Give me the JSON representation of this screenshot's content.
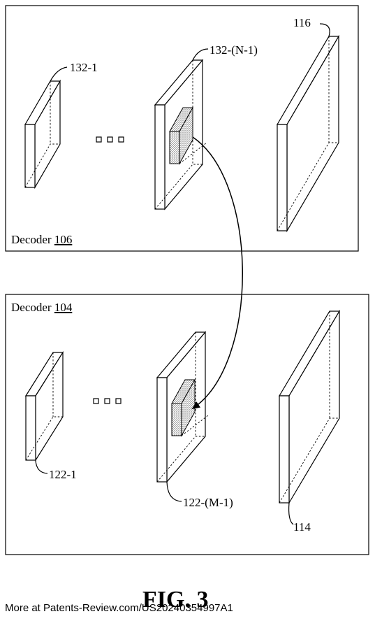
{
  "figure": {
    "title": "FIG. 3",
    "footer": "More at Patents-Review.com/US20240354997A1"
  },
  "top_box": {
    "label_text": "Decoder ",
    "label_ref": "106",
    "layer_first": "132-1",
    "layer_mid": "132-(N-1)",
    "layer_last": "116"
  },
  "bottom_box": {
    "label_text": "Decoder ",
    "label_ref": "104",
    "layer_first": "122-1",
    "layer_mid": "122-(M-1)",
    "layer_last": "114"
  }
}
